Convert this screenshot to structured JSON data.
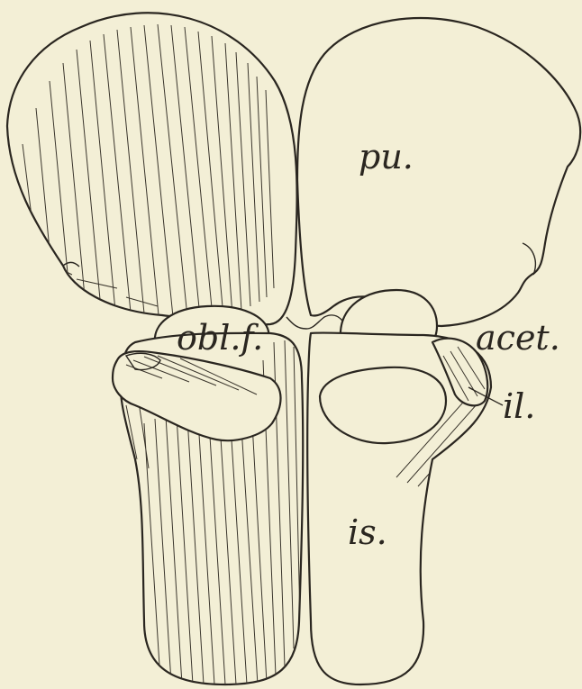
{
  "labels": {
    "pubis": "pu.",
    "obturator_foramen": "obl.f.",
    "acetabulum": "acet.",
    "ilium": "il.",
    "ischium": "is."
  },
  "colors": {
    "paper": "#f3efd6",
    "ink": "#2a2620"
  }
}
